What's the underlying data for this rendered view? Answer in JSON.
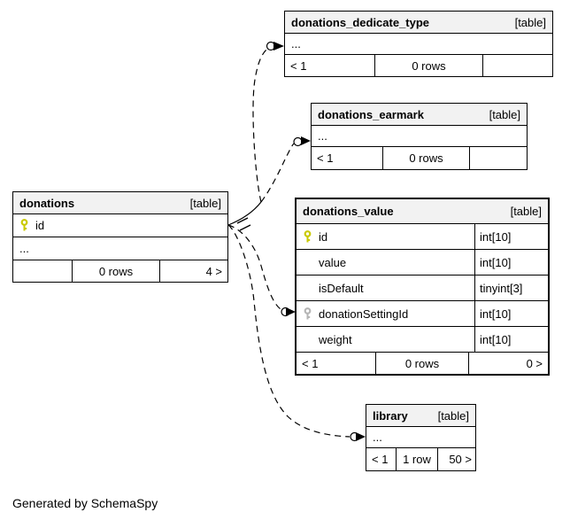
{
  "generator_note": "Generated by SchemaSpy",
  "colors": {
    "primary_key": "#c9c900",
    "foreign_key": "#b5b5b5",
    "header_bg": "#f2f2f2",
    "line": "#000000"
  },
  "tables": {
    "dedicate": {
      "name": "donations_dedicate_type",
      "tag": "[table]",
      "ellipsis": "...",
      "footer": {
        "left": "< 1",
        "center": "0 rows",
        "right": ""
      }
    },
    "earmark": {
      "name": "donations_earmark",
      "tag": "[table]",
      "ellipsis": "...",
      "footer": {
        "left": "< 1",
        "center": "0 rows",
        "right": ""
      }
    },
    "donations": {
      "name": "donations",
      "tag": "[table]",
      "columns": [
        {
          "key": "primary",
          "name": "id"
        }
      ],
      "ellipsis": "...",
      "footer": {
        "left": "",
        "center": "0 rows",
        "right": "4 >"
      }
    },
    "value": {
      "name": "donations_value",
      "tag": "[table]",
      "columns": [
        {
          "key": "primary",
          "name": "id",
          "type": "int[10]"
        },
        {
          "key": null,
          "name": "value",
          "type": "int[10]"
        },
        {
          "key": null,
          "name": "isDefault",
          "type": "tinyint[3]"
        },
        {
          "key": "foreign",
          "name": "donationSettingId",
          "type": "int[10]"
        },
        {
          "key": null,
          "name": "weight",
          "type": "int[10]"
        }
      ],
      "footer": {
        "left": "< 1",
        "center": "0 rows",
        "right": "0 >"
      }
    },
    "library": {
      "name": "library",
      "tag": "[table]",
      "ellipsis": "...",
      "footer": {
        "left": "< 1",
        "center": "1 row",
        "right": "50 >"
      }
    }
  }
}
